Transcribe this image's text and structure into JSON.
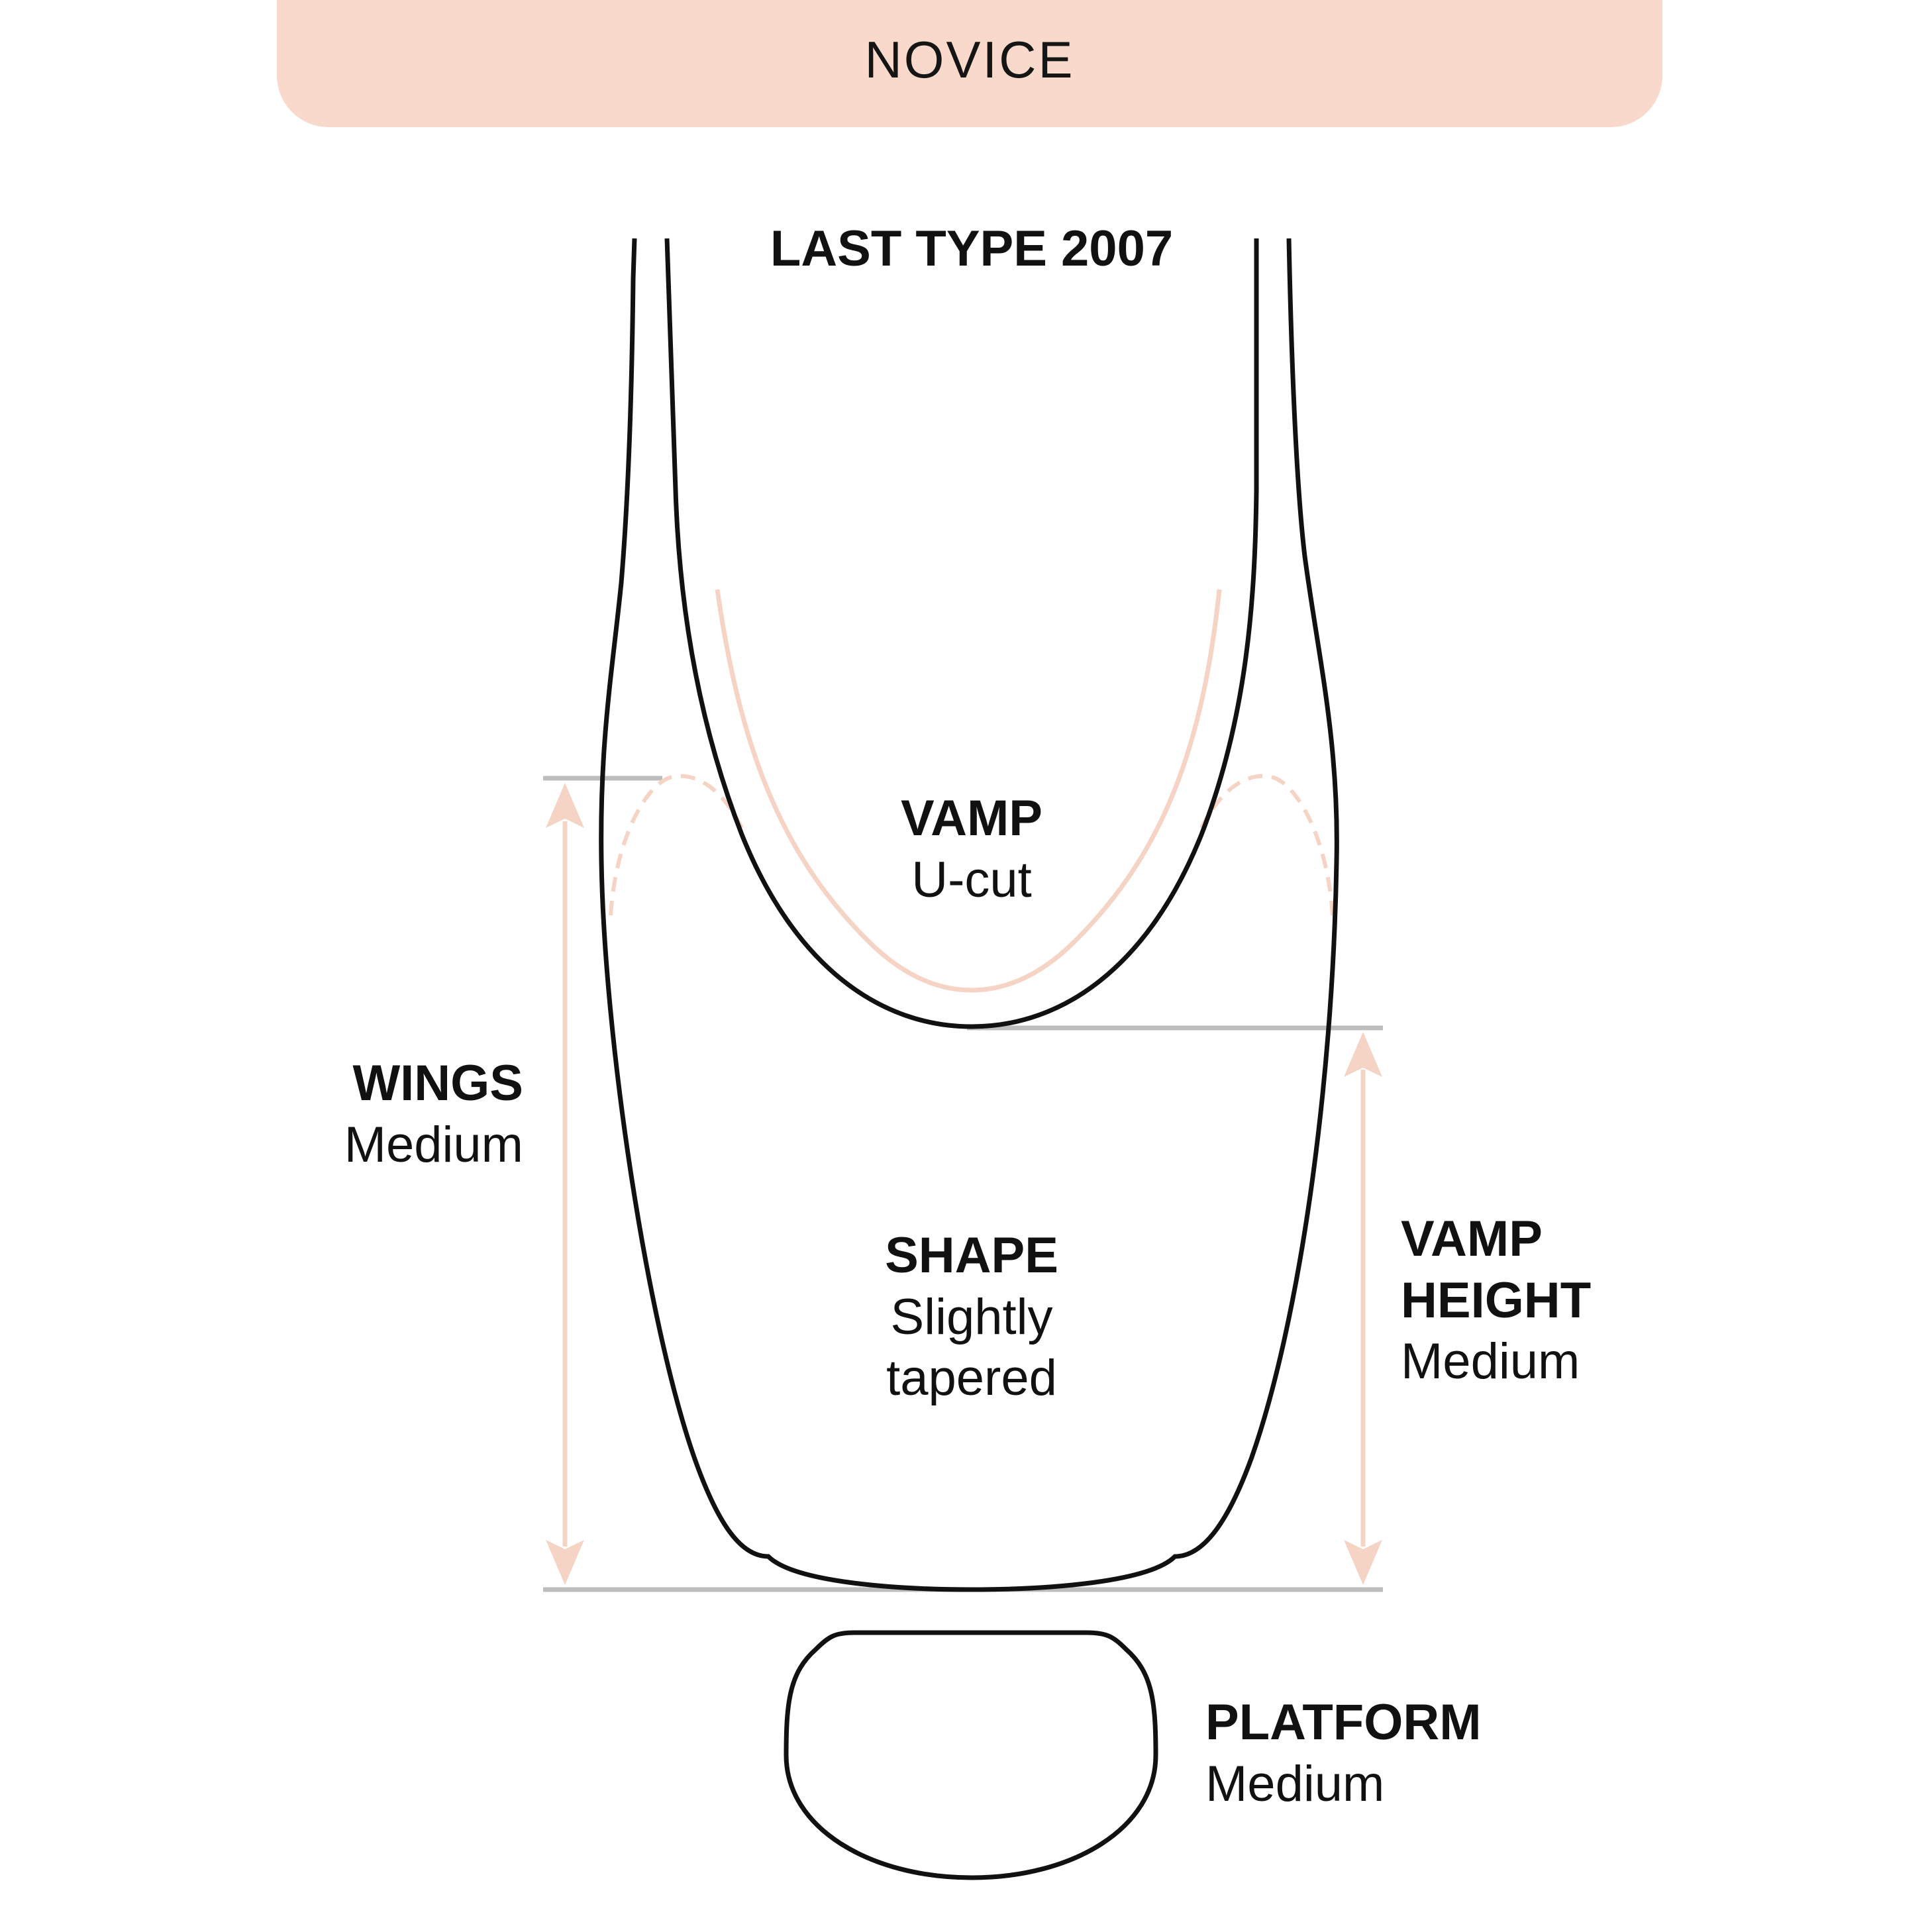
{
  "banner": {
    "level": "NOVICE"
  },
  "title": "LAST TYPE 2007",
  "attributes": {
    "vamp": {
      "label": "VAMP",
      "value": "U-cut"
    },
    "wings": {
      "label": "WINGS",
      "value": "Medium"
    },
    "shape": {
      "label": "SHAPE",
      "value_line1": "Slightly",
      "value_line2": "tapered"
    },
    "vamp_height": {
      "label_line1": "VAMP",
      "label_line2": "HEIGHT",
      "value": "Medium"
    },
    "platform": {
      "label": "PLATFORM",
      "value": "Medium"
    }
  },
  "colors": {
    "banner": "#f9d9cc",
    "accent": "#f5d3c5",
    "outline": "#111111",
    "guide": "#bdbdbd"
  }
}
